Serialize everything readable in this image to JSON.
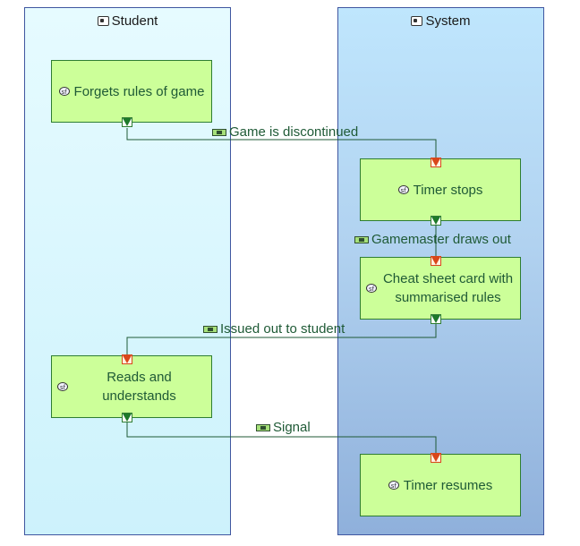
{
  "lanes": {
    "student": {
      "title": "Student",
      "icon": "swimlane-icon"
    },
    "system": {
      "title": "System",
      "icon": "swimlane-icon"
    }
  },
  "functions": {
    "forgets_rules": "Forgets rules of game",
    "timer_stops": "Timer stops",
    "cheat_sheet": "Cheat sheet card with summarised rules",
    "reads_understands": "Reads and understands",
    "timer_resumes": "Timer resumes"
  },
  "flows": {
    "game_discontinued": "Game is discontinued",
    "gamemaster_draws": "Gamemaster draws out",
    "issued_out": "Issued out to student",
    "signal": "Signal"
  },
  "icons": {
    "function": "sf",
    "exchange": "functional-exchange-icon"
  },
  "colors": {
    "function_fill": "#ccff99",
    "function_border": "#2e7d32",
    "output_port": "#1e7a2a",
    "input_port": "#d9461a",
    "link": "#1f5a36",
    "student_lane": "#d7f7fe",
    "system_lane": "#a9caed"
  }
}
